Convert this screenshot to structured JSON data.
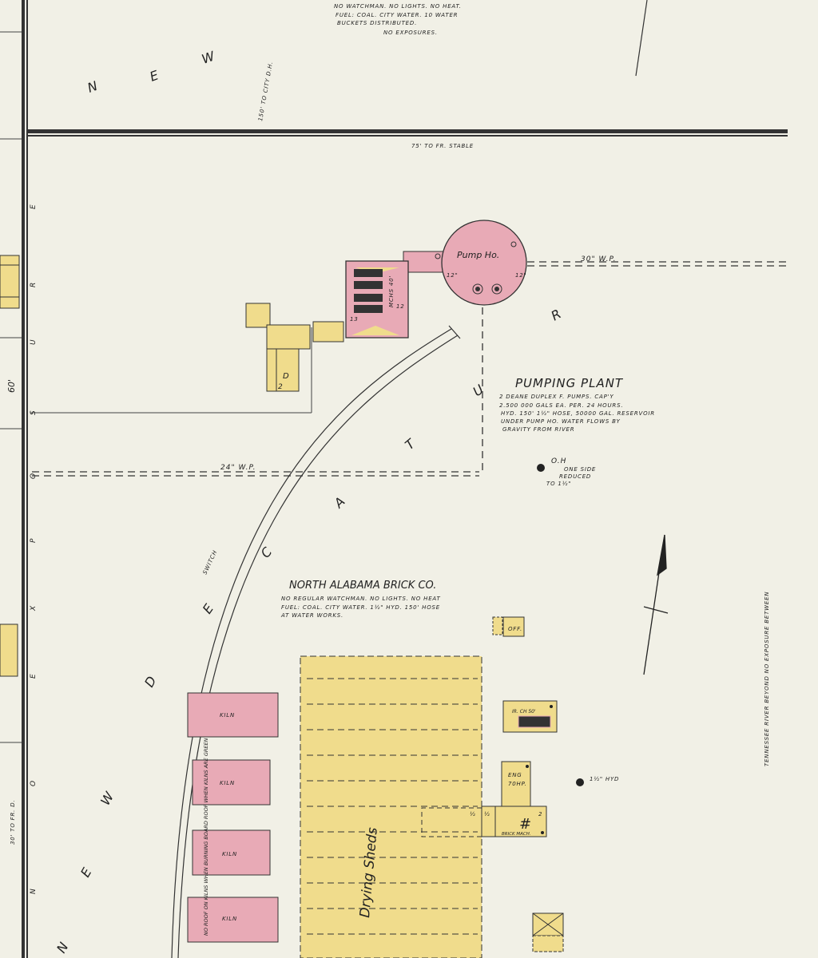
{
  "colors": {
    "paper": "#f1f0e6",
    "brick": "#e8aab6",
    "frame": "#f0dc8c",
    "ink": "#222222"
  },
  "top_note": [
    "NO WATCHMAN. NO LIGHTS. NO HEAT.",
    "FUEL: COAL. CITY WATER. 10 WATER",
    "BUCKETS DISTRIBUTED.",
    "NO EXPOSURES."
  ],
  "labels": {
    "city_dh": "150' TO CITY D.H.",
    "fr_stable": "75' TO FR. STABLE",
    "pump_ho": "Pump Ho.",
    "pump_wall_1": "12\"",
    "pump_wall_2": "12\"",
    "wp_30": "30\" W.P.",
    "wp_24": "24\" W.P.",
    "boiler_label": "MCHS 40'",
    "boiler_h1": "12",
    "boiler_h2": "13",
    "dwelling": "D",
    "dwelling_stories": "2",
    "dist_60": "60'",
    "fr_d": "30' TO FR. D.",
    "switch": "SWITCH",
    "oh": "O.H",
    "oh_note": [
      "ONE SIDE",
      "REDUCED",
      "TO 1½\""
    ],
    "hyd": "1½\" HYD",
    "off": "OFF.",
    "iron_ch": "IR. CH 50'",
    "eng": [
      "ENG",
      "70HP."
    ],
    "brick_mach": "BRICK MACH.",
    "brick_mach_stories": "2",
    "half_1": "½",
    "half_2": "½",
    "kiln_note": "NO ROOF ON KILNS WHEN BURNING BOARD ROOF WHEN KILNS ARE GREEN",
    "kiln": "KILN",
    "drying_shed": "Drying Sheds",
    "river_note": "TENNESSEE RIVER BEYOND   NO EXPOSURE BETWEEN"
  },
  "pumping_plant": {
    "title": "PUMPING PLANT",
    "notes": [
      "2 DEANE DUPLEX F. PUMPS. CAP'Y",
      "2.500 000 GALS EA. PER. 24 HOURS.",
      "HYD. 150' 1½\" HOSE, 50000 GAL. RESERVOIR",
      "UNDER PUMP HO. WATER FLOWS BY",
      "GRAVITY FROM RIVER"
    ]
  },
  "brick_co": {
    "title": "NORTH ALABAMA BRICK CO.",
    "notes": [
      "NO REGULAR WATCHMAN.  NO LIGHTS. NO HEAT",
      "FUEL: COAL. CITY WATER.  1½\" HYD. 150' HOSE",
      "AT WATER WORKS."
    ]
  },
  "streets": {
    "decatur_letters": [
      "D",
      "E",
      "C",
      "A",
      "T",
      "U",
      "R"
    ],
    "new_top": [
      "N",
      "E",
      "W"
    ],
    "new_bottom": [
      "N",
      "E",
      "W"
    ],
    "left_street": [
      "E",
      "R",
      "U",
      "S",
      "O",
      "P",
      "X",
      "E",
      "O",
      "N"
    ]
  }
}
